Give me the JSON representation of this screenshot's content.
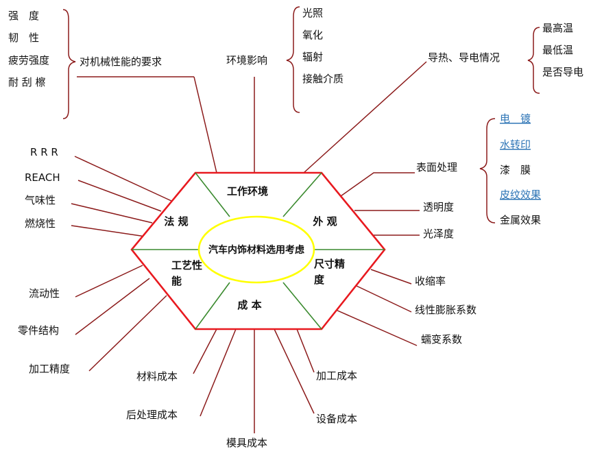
{
  "center": "汽车内饰材料选用考虑",
  "sections": {
    "work_env": "工作环境",
    "appearance": "外 观",
    "dimension_line1": "尺寸精",
    "dimension_line2": "度",
    "cost": "成 本",
    "process_line1": "工艺性",
    "process_line2": "能",
    "regulation": "法 规"
  },
  "mechanical": {
    "label": "对机械性能的要求",
    "items": [
      "强　度",
      "韧　性",
      "疲劳强度",
      "耐 刮 檫"
    ]
  },
  "environment": {
    "label": "环境影响",
    "items": [
      "光照",
      "氧化",
      "辐射",
      "接触介质"
    ]
  },
  "thermal": {
    "label": "导热、导电情况",
    "items": [
      "最高温",
      "最低温",
      "是否导电"
    ]
  },
  "surface": {
    "label": "表面处理",
    "items": [
      {
        "text": "电　镀",
        "link": true
      },
      {
        "text": "水转印",
        "link": true
      },
      {
        "text": "漆　膜",
        "link": false
      },
      {
        "text": "皮纹效果",
        "link": true
      },
      {
        "text": "金属效果",
        "link": false
      }
    ]
  },
  "appearance_items": [
    "透明度",
    "光泽度"
  ],
  "dimension_items": [
    "收缩率",
    "线性膨胀系数",
    "蠕变系数"
  ],
  "cost_items": [
    "材料成本",
    "后处理成本",
    "模具成本",
    "设备成本",
    "加工成本"
  ],
  "process_items": [
    "流动性",
    "零件结构",
    "加工精度"
  ],
  "regulation_items": [
    "R R R",
    "REACH",
    "气味性",
    "燃烧性"
  ],
  "colors": {
    "hexagon": "#e8191f",
    "ellipse": "#ffff00",
    "divider": "#3a8a2e",
    "branch": "#8b1a1a",
    "link": "#2e75b6"
  }
}
